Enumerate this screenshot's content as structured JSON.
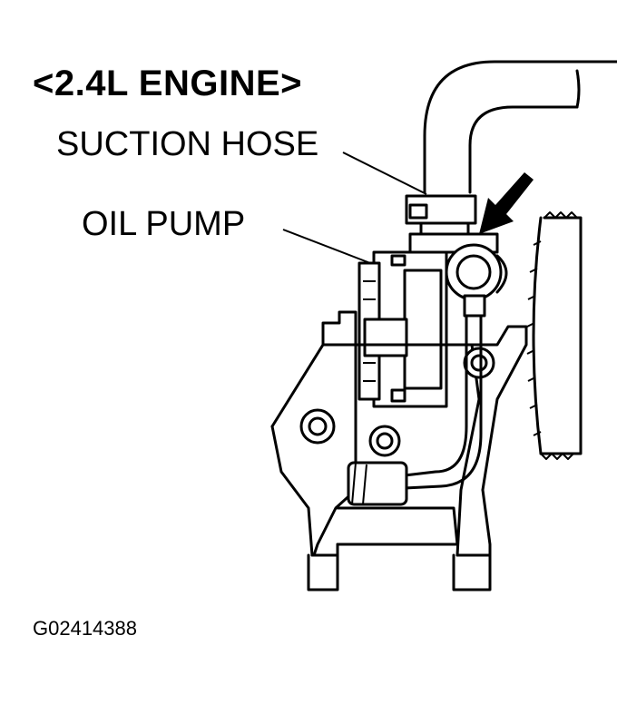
{
  "title": "<2.4L ENGINE>",
  "labels": {
    "suction_hose": "SUCTION HOSE",
    "oil_pump": "OIL PUMP"
  },
  "figure_id": "G02414388",
  "colors": {
    "ink": "#000000",
    "paper": "#ffffff"
  }
}
